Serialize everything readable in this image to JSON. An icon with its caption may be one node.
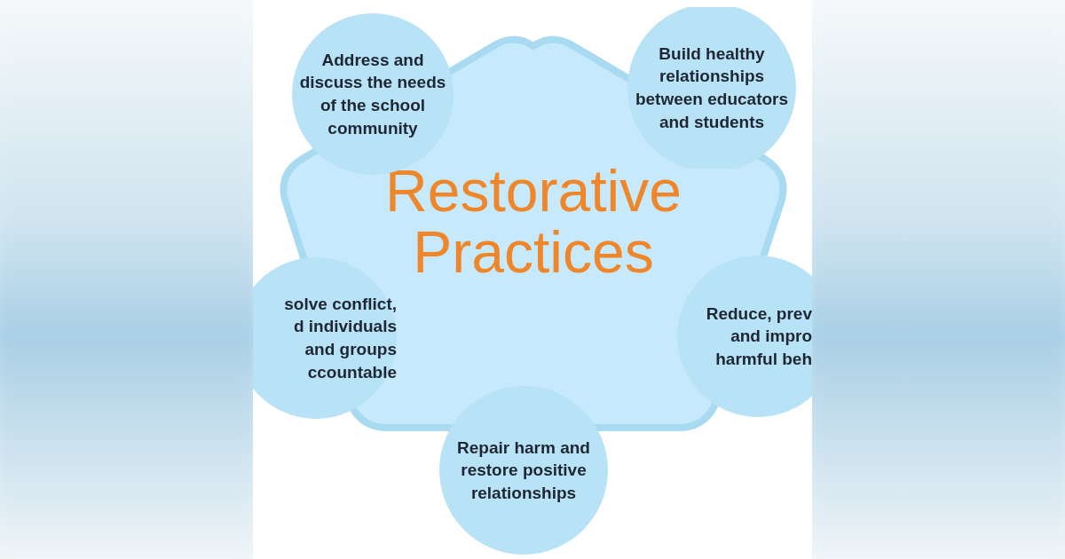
{
  "diagram": {
    "nodes": [
      {
        "text": [
          "Restorative Practices"
        ]
      },
      {
        "text": [
          "Address and discuss the needs of the school community"
        ]
      },
      {
        "text": [
          "Build healthy relationships between educators and students"
        ]
      },
      {
        "text": [
          "solve conflict, d individuals and groups ccountable"
        ]
      },
      {
        "text": [
          "Reduce, prev and impro harmful beh"
        ]
      },
      {
        "text": [
          "Repair harm and restore positive relationships"
        ]
      }
    ]
  }
}
